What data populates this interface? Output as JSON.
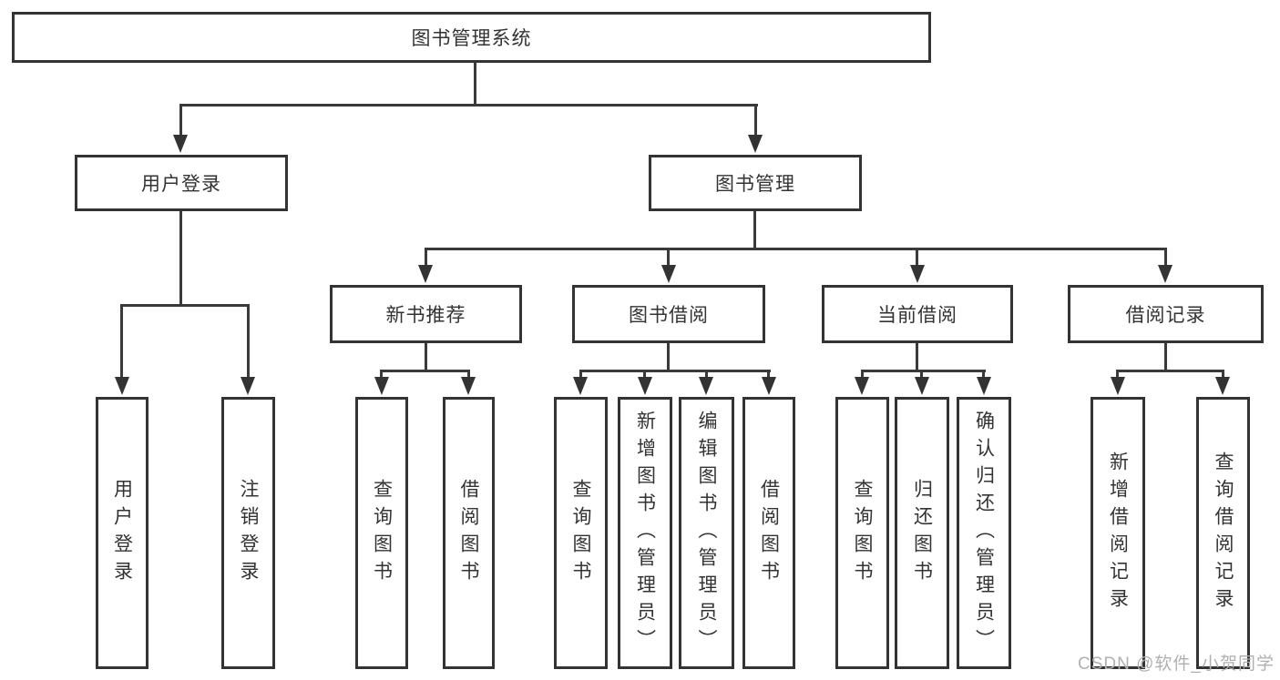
{
  "tree": {
    "root": {
      "label": "图书管理系统"
    },
    "branches": [
      {
        "label": "用户登录",
        "leaves": [
          "用户登录",
          "注销登录"
        ]
      },
      {
        "label": "图书管理",
        "groups": [
          {
            "label": "新书推荐",
            "leaves": [
              "查询图书",
              "借阅图书"
            ]
          },
          {
            "label": "图书借阅",
            "leaves": [
              "查询图书",
              "新增图书（管理员）",
              "编辑图书（管理员）",
              "借阅图书"
            ]
          },
          {
            "label": "当前借阅",
            "leaves": [
              "查询图书",
              "归还图书",
              "确认归还（管理员）"
            ]
          },
          {
            "label": "借阅记录",
            "leaves": [
              "新增借阅记录",
              "查询借阅记录"
            ]
          }
        ]
      }
    ]
  },
  "watermark": {
    "text": "CSDN @软件_小贺同学"
  },
  "colors": {
    "line": "#333333",
    "box_border": "#333333",
    "text": "#333333",
    "background": "#ffffff",
    "watermark": "#b0b0b0"
  }
}
